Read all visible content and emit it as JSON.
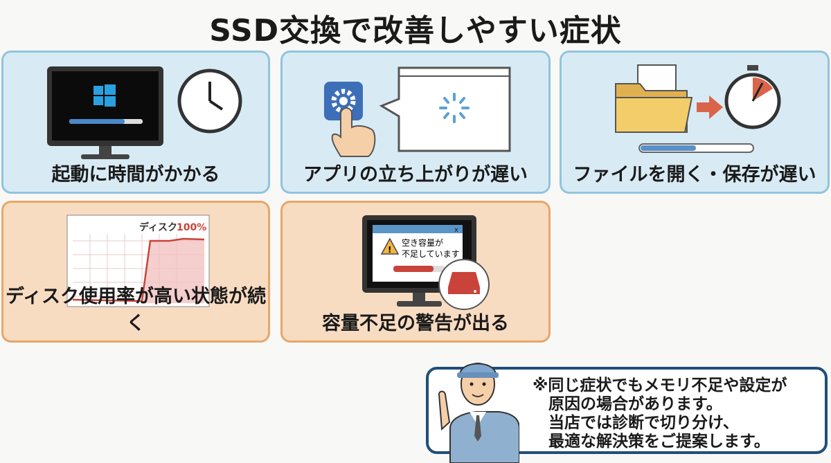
{
  "title": "SSD交換で改善しやすい症状",
  "cards": [
    {
      "label": "起動に時間がかかる"
    },
    {
      "label": "アプリの立ち上がりが遅い"
    },
    {
      "label": "ファイルを開く・保存が遅い"
    },
    {
      "label": "ディスク使用率が高い状態が続く",
      "chart_label": "ディスク",
      "chart_value": "100%"
    },
    {
      "label": "容量不足の警告が出る",
      "dialog_line1": "空き容量が",
      "dialog_line2": "不足しています",
      "dialog_close": "x"
    }
  ],
  "note": {
    "lines": [
      "※同じ症状でもメモリ不足や設定が",
      "　原因の場合があります。",
      "　当店では診断で切り分け、",
      "　最適な解決策をご提案します。"
    ]
  },
  "colors": {
    "blue_card": "#d8ebf4",
    "orange_card": "#f8dcc2",
    "accent_red": "#c9433a",
    "navy": "#1f4e7a"
  }
}
